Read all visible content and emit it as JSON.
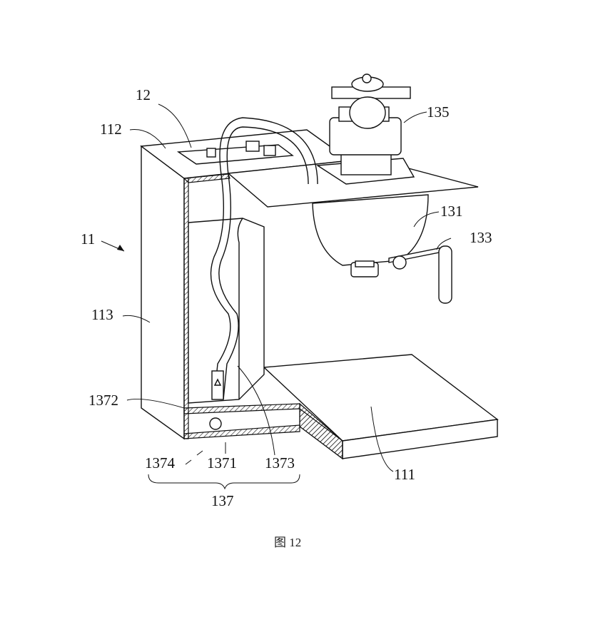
{
  "figure": {
    "caption": "图 12",
    "labels": {
      "l12": "12",
      "l112": "112",
      "l135": "135",
      "l11": "11",
      "l131": "131",
      "l133": "133",
      "l113": "113",
      "l1372": "1372",
      "l1374": "1374",
      "l1371": "1371",
      "l1373": "1373",
      "l137": "137",
      "l111": "111"
    }
  }
}
